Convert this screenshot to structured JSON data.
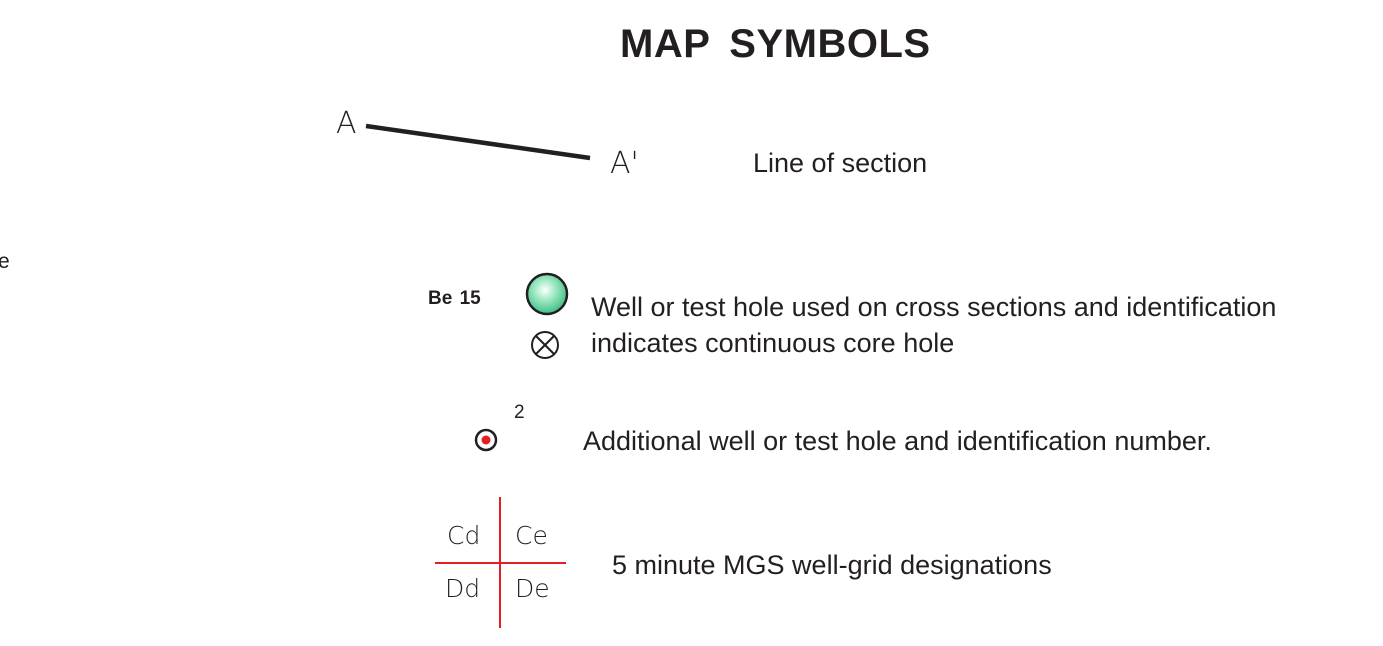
{
  "title": "MAP  SYMBOLS",
  "edge_fragment": "e",
  "legend": {
    "line_of_section": {
      "start_label": "A",
      "end_label": "A'",
      "description": "Line of section"
    },
    "cross_section_well": {
      "well_id": "Be  15",
      "description_line1": "Well or test hole used on cross sections and identification",
      "description_line2": "indicates continuous core hole",
      "well_color": "#5fd49a",
      "core_icon": "circle-x-icon"
    },
    "additional_well": {
      "number": "2",
      "description": "Additional well or test hole and identification number.",
      "dot_color": "#e31e24",
      "icon": "target-dot-icon"
    },
    "well_grid": {
      "cells": [
        "Cd",
        "Ce",
        "Dd",
        "De"
      ],
      "description": "5 minute MGS well-grid designations",
      "line_color": "#e31e24"
    }
  }
}
